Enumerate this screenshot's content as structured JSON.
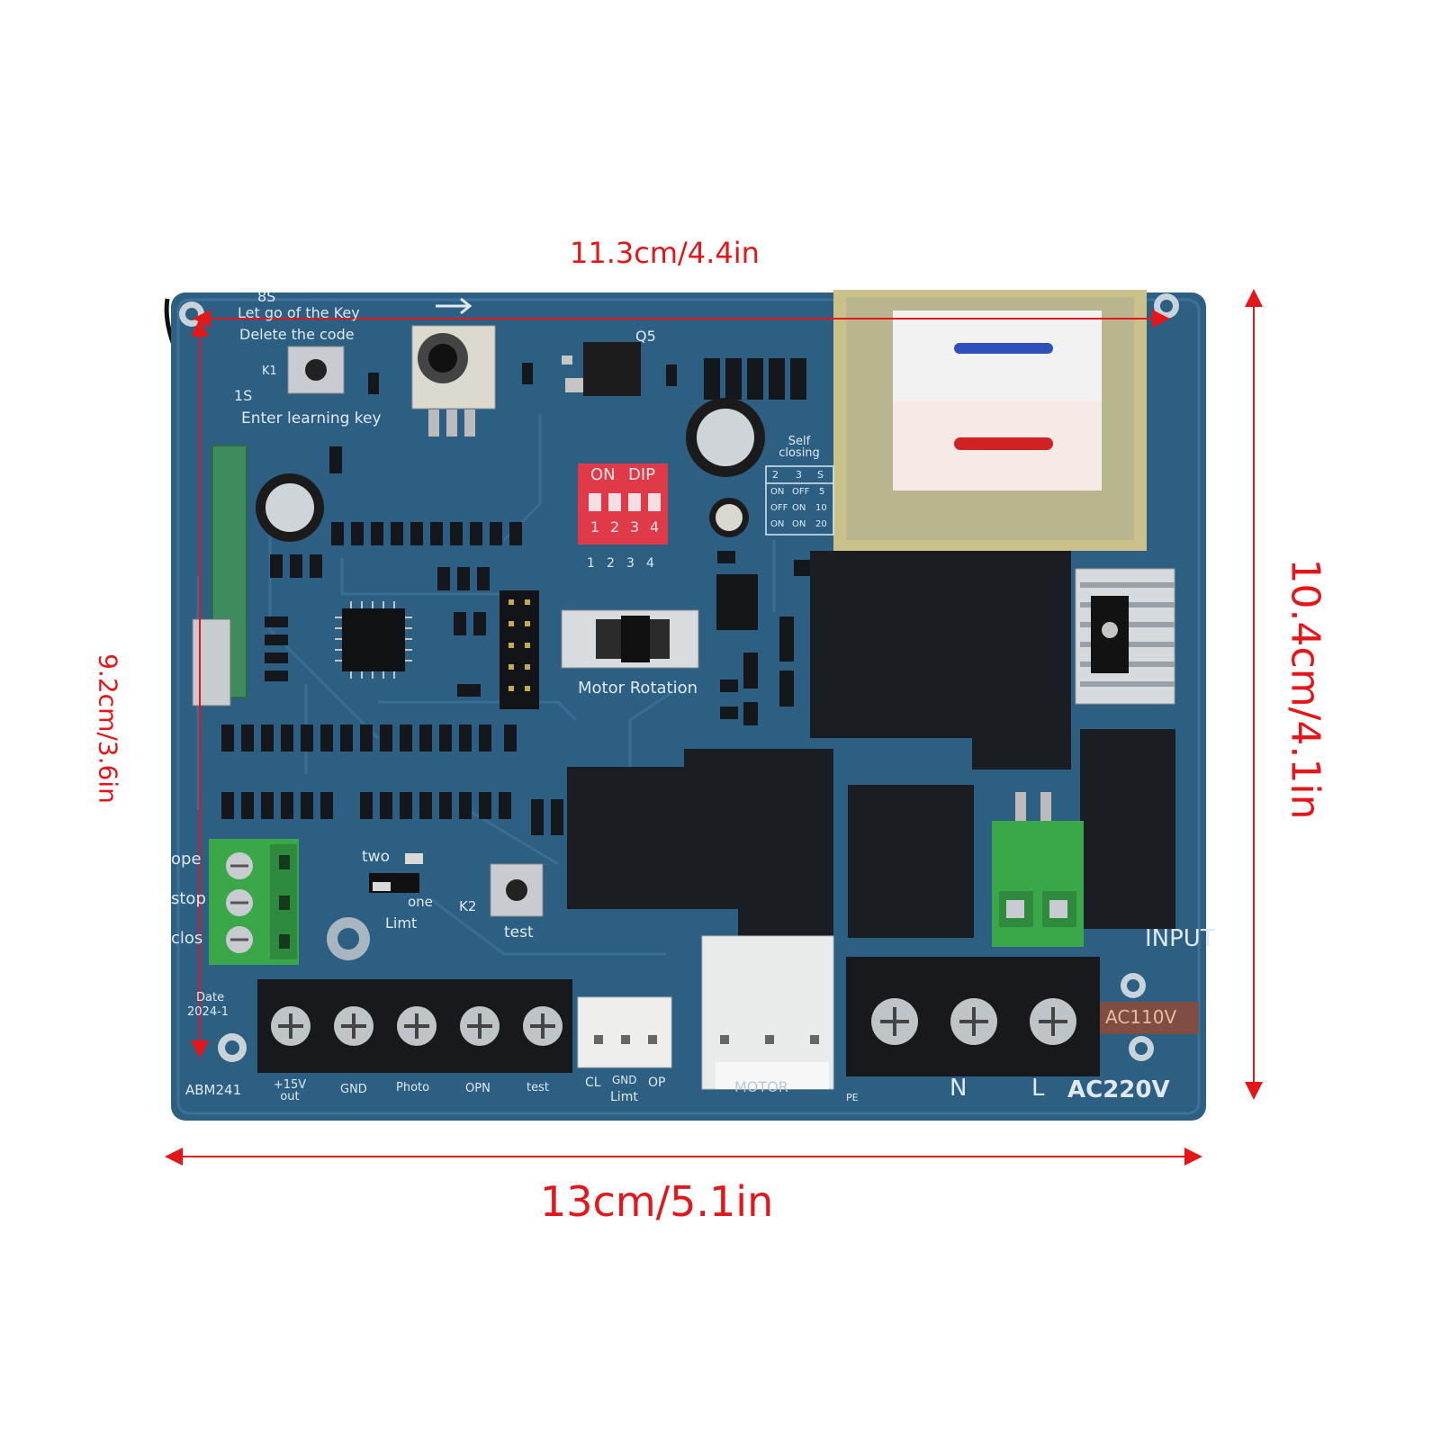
{
  "dimensions": {
    "top_width": "11.3cm/4.4in",
    "bottom_width": "13cm/5.1in",
    "left_height": "9.2cm/3.6in",
    "right_height": "10.4cm/4.1in"
  },
  "board": {
    "model": "ABM241",
    "date_label": "Date",
    "date_value": "2024-1",
    "learn": {
      "hold_8s": "8S",
      "let_go": "Let go of the Key",
      "delete_code": "Delete the code",
      "hold_1s": "1S",
      "enter_learning": "Enter learning key",
      "button": "K1"
    },
    "dip": {
      "label_on": "ON",
      "label_dip": "DIP",
      "numbers": [
        "1",
        "2",
        "3",
        "4"
      ],
      "q_label": "Q5"
    },
    "self_closing": {
      "title": "Self closing",
      "header": [
        "2",
        "3",
        "S"
      ],
      "rows": [
        [
          "ON",
          "OFF",
          "5"
        ],
        [
          "OFF",
          "ON",
          "10"
        ],
        [
          "ON",
          "ON",
          "20"
        ]
      ]
    },
    "motor_rotation": "Motor Rotation",
    "limit_jumper": {
      "two": "two",
      "one": "one",
      "limt": "Limt"
    },
    "test_button": {
      "key": "K2",
      "label": "test"
    },
    "side_inputs": [
      "ope",
      "stop",
      "clos"
    ],
    "bottom_terminals": [
      "+15V out",
      "GND",
      "Photo",
      "OPN",
      "test"
    ],
    "limit_connector": {
      "pins": [
        "CL",
        "GND",
        "OP"
      ],
      "label": "Limt"
    },
    "motor_label": "MOTOR",
    "power": {
      "pe": "PE",
      "n": "N",
      "l": "L",
      "voltage": "AC220V",
      "alt_voltage": "AC110V",
      "input": "INPUT"
    }
  },
  "colors": {
    "background": "#ffffff",
    "dimension": "#e4161a",
    "pcb": "#2d5f82",
    "pcb_dark": "#1e4a69",
    "silkscreen": "#dfe9f1",
    "relay": "#1a1d22",
    "terminal_green": "#3aa849",
    "dip_red": "#e03a48",
    "transformer_frame": "#c9c08a"
  }
}
